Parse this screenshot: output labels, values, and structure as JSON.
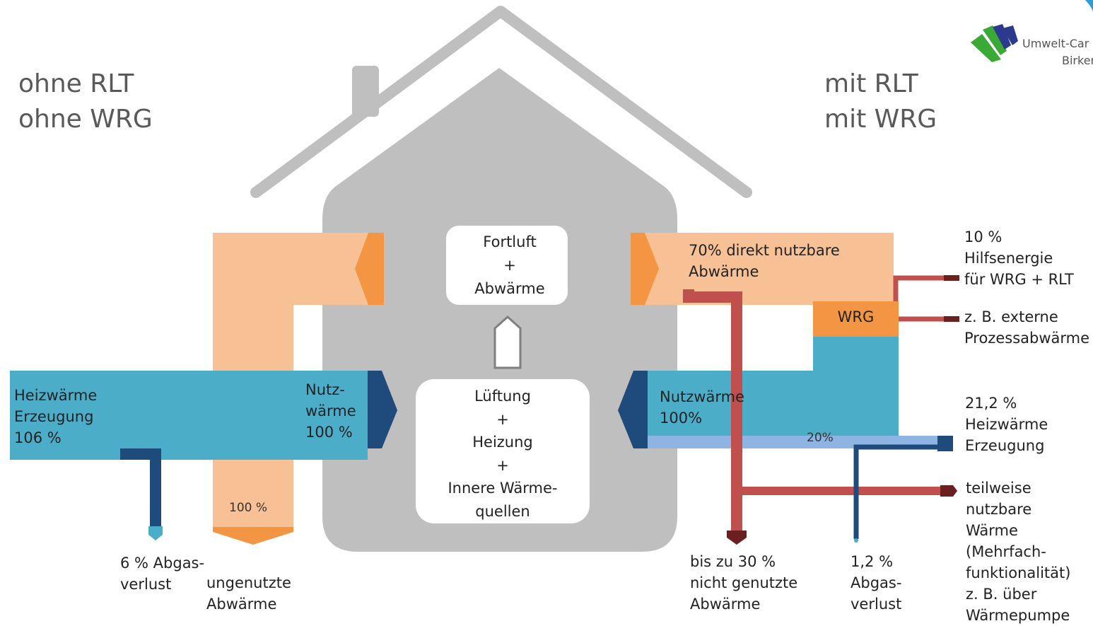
{
  "left_panel": {
    "title_line1": "ohne RLT",
    "title_line2": "ohne WRG",
    "heat_gen": [
      "Heizwärme",
      "Erzeugung",
      "106 %"
    ],
    "useful": [
      "Nutz-",
      "wärme",
      "100 %"
    ],
    "exhaust_pct": "100 %",
    "flue_loss": [
      "6 % Abgas-",
      "verlust"
    ],
    "unused": [
      "ungenutzte",
      "Abwärme"
    ]
  },
  "right_panel": {
    "title_line1": "mit RLT",
    "title_line2": "mit WRG",
    "direct_usable": [
      "70% direkt nutzbare",
      "Abwärme"
    ],
    "wrg": "WRG",
    "useful": [
      "Nutzwärme",
      "100%"
    ],
    "pct_20": "20%",
    "aux_energy": [
      "10 % Hilfsenergie",
      "für WRG + RLT"
    ],
    "external": [
      "z. B. externe",
      "Prozessabwärme"
    ],
    "heat_gen": [
      "21,2 %",
      "Heizwärme",
      "Erzeugung"
    ],
    "partial": [
      "teilweise",
      "nutzbare",
      "Wärme",
      "(Mehrfach-",
      "funktionalität)",
      "z. B. über",
      "Wärmepumpe"
    ],
    "not_used": [
      "bis zu 30 %",
      "nicht genutzte",
      "Abwärme"
    ],
    "flue_loss": [
      "1,2 %",
      "Abgas-",
      "verlust"
    ]
  },
  "house": {
    "top_box": [
      "Fortluft",
      "+",
      "Abwärme"
    ],
    "bottom_box": [
      "Lüftung",
      "+",
      "Heizung",
      "+",
      "Innere Wärme-",
      "quellen"
    ]
  },
  "logo": {
    "line1": "Umwelt-Car",
    "line2": "Birker"
  },
  "colors": {
    "house_grey": "#bfbfbf",
    "light_orange": "#f8c195",
    "orange": "#f39543",
    "teal": "#4badc8",
    "navy": "#1f4a7c",
    "red": "#c0504d",
    "dark_red": "#6b1f1f",
    "light_blue": "#8db4e2"
  }
}
